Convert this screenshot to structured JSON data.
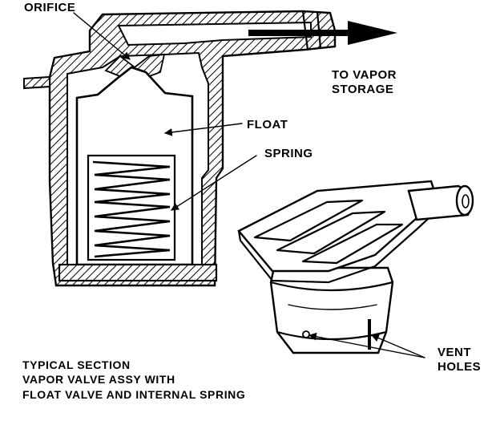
{
  "labels": {
    "orifice": "ORIFICE",
    "to_vapor": "TO VAPOR",
    "storage": "STORAGE",
    "float": "FLOAT",
    "spring": "SPRING",
    "vent": "VENT",
    "holes": "HOLES"
  },
  "caption": {
    "line1": "TYPICAL SECTION",
    "line2": "VAPOR VALVE ASSY WITH",
    "line3": "FLOAT VALVE AND INTERNAL SPRING"
  }
}
